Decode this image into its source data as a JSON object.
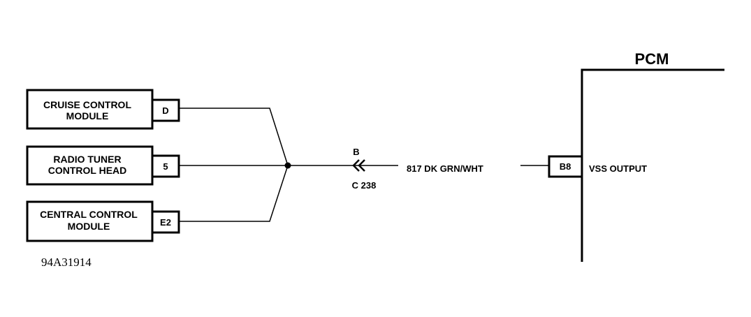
{
  "modules": [
    {
      "line1": "CRUISE CONTROL",
      "line2": "MODULE",
      "pin": "D"
    },
    {
      "line1": "RADIO TUNER",
      "line2": "CONTROL HEAD",
      "pin": "5"
    },
    {
      "line1": "CENTRAL CONTROL",
      "line2": "MODULE",
      "pin": "E2"
    }
  ],
  "connector": {
    "cavity": "B",
    "name": "C 238"
  },
  "wire": {
    "label": "817 DK GRN/WHT"
  },
  "pcm": {
    "title": "PCM",
    "pin": "B8",
    "signal": "VSS OUTPUT"
  },
  "figure_id": "94A31914"
}
